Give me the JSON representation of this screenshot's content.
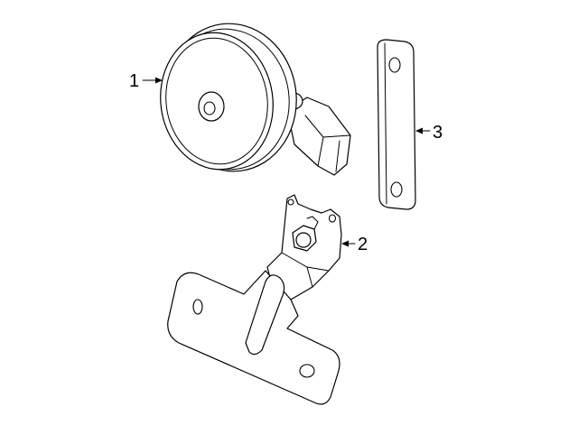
{
  "callouts": [
    {
      "number": "1",
      "part": "horn"
    },
    {
      "number": "2",
      "part": "mounting-bracket"
    },
    {
      "number": "3",
      "part": "strap-bracket"
    }
  ],
  "colors": {
    "line": "#000000",
    "background": "#ffffff"
  }
}
